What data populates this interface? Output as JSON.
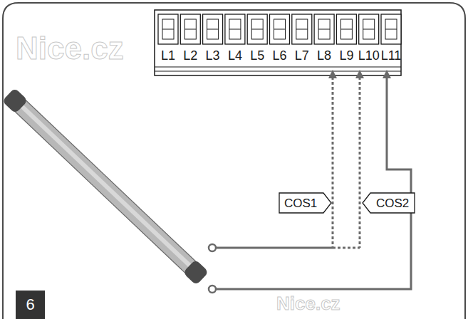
{
  "diagram": {
    "nodes": [
      {
        "text": [
          "COS1"
        ]
      },
      {
        "text": [
          "COS2"
        ]
      },
      {
        "text": [
          "6"
        ]
      }
    ],
    "labels": [
      "L1",
      "L2",
      "L3",
      "L4",
      "L5",
      "L6",
      "L7",
      "L8",
      "L9",
      "L10",
      "L11",
      "Nice.cz",
      "Nice.cz"
    ]
  }
}
